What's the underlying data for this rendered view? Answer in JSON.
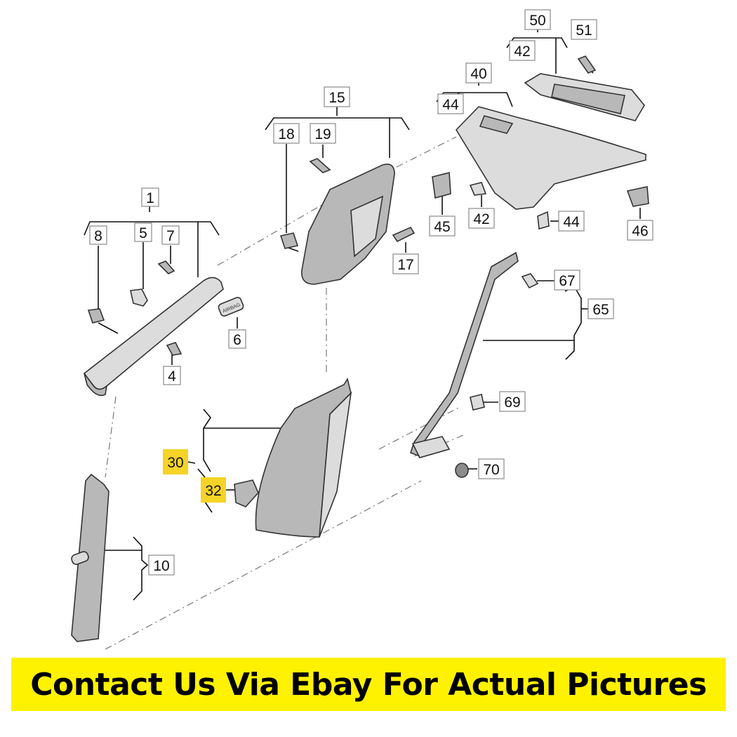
{
  "callouts": {
    "c1": "1",
    "c4": "4",
    "c5": "5",
    "c6": "6",
    "c7": "7",
    "c8": "8",
    "c10": "10",
    "c15": "15",
    "c17": "17",
    "c18": "18",
    "c19": "19",
    "c30": "30",
    "c32": "32",
    "c40": "40",
    "c42a": "42",
    "c42b": "42",
    "c44a": "44",
    "c44b": "44",
    "c45": "45",
    "c46": "46",
    "c50": "50",
    "c51": "51",
    "c65": "65",
    "c67": "67",
    "c69": "69",
    "c70": "70"
  },
  "airbag_label": "AIRBAG",
  "banner": {
    "text": "Contact Us Via Ebay For Actual Pictures"
  },
  "colors": {
    "highlight": "#f5d327",
    "banner": "#fff200"
  }
}
